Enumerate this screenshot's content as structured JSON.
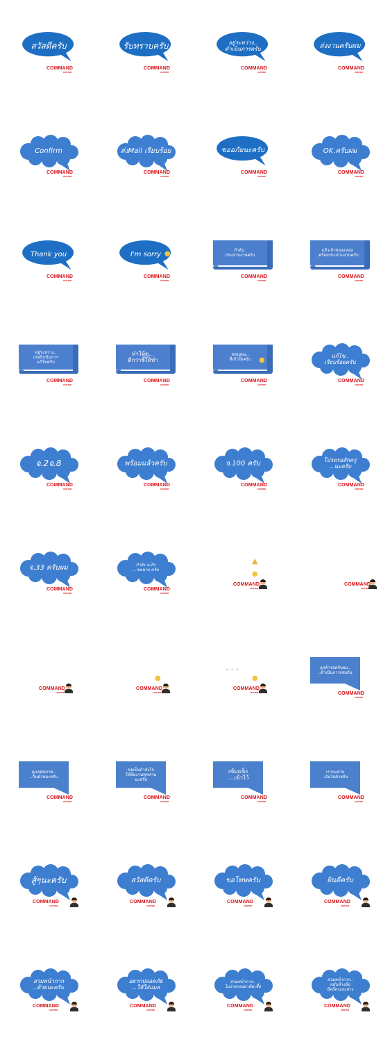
{
  "brand": {
    "name": "COMMAND",
    "sub": "CENTER"
  },
  "colors": {
    "bubble": "#1e6fc4",
    "cloud": "#3d7ed0",
    "scroll": "#4c7fce",
    "card": "#4a80cc",
    "brand_red": "#d8151b"
  },
  "stickers": [
    {
      "shape": "oval",
      "lines": [
        "สวัสดีครับ"
      ],
      "size": "big"
    },
    {
      "shape": "oval",
      "lines": [
        "รับทราบครับ"
      ],
      "size": "big"
    },
    {
      "shape": "oval",
      "lines": [
        "อยู่ระหว่าง..",
        "ดำเนินการครับ"
      ],
      "size": "mid"
    },
    {
      "shape": "oval",
      "lines": [
        "ส่งงานครับผม"
      ],
      "size": "normal"
    },
    {
      "shape": "cloud",
      "lines": [
        "Confirm"
      ],
      "size": "normal"
    },
    {
      "shape": "cloud",
      "lines": [
        "ส่งMail เรียบร้อย"
      ],
      "size": "normal"
    },
    {
      "shape": "oval",
      "lines": [
        "ขออภัยนะครับ"
      ],
      "size": "normal"
    },
    {
      "shape": "cloud",
      "lines": [
        "OK.ครับผม"
      ],
      "size": "normal"
    },
    {
      "shape": "oval",
      "lines": [
        "Thank you"
      ],
      "size": "normal"
    },
    {
      "shape": "oval",
      "lines": [
        "I'm sorry"
      ],
      "size": "normal",
      "emoji": "sad"
    },
    {
      "shape": "scroll",
      "lines": [
        "กำลัง..",
        "ประสานงานครับ"
      ],
      "size": "small"
    },
    {
      "shape": "scroll",
      "lines": [
        "แล้วเจ้าของแหล่ง",
        "..พร้อมประสานงานครับ"
      ],
      "size": "small"
    },
    {
      "shape": "scroll",
      "lines": [
        "อยู่ระหว่าง..",
        "เร่งดำเนินการ",
        "แก้ไขครับ"
      ],
      "size": "small"
    },
    {
      "shape": "scroll",
      "lines": [
        "ทำให้ดู...",
        "ดีกว่าชี้ให้ทำ"
      ],
      "size": "mid"
    },
    {
      "shape": "scroll",
      "lines": [
        "ขอบคุณ..",
        "ที่เข้าใจครับ"
      ],
      "size": "small",
      "emoji": "smile"
    },
    {
      "shape": "cloud",
      "lines": [
        "แก้ไข..",
        "เรียบร้อยครับ"
      ],
      "size": "mid"
    },
    {
      "shape": "cloud",
      "lines": [
        "จ.2จ.8"
      ],
      "size": "big"
    },
    {
      "shape": "cloud",
      "lines": [
        "พร้อมแล้วครับ"
      ],
      "size": "normal"
    },
    {
      "shape": "cloud",
      "lines": [
        "จ.100 ครับ"
      ],
      "size": "normal"
    },
    {
      "shape": "cloud",
      "lines": [
        "โปรดรอสักครู่",
        "...นะครับ"
      ],
      "size": "mid"
    },
    {
      "shape": "cloud",
      "lines": [
        "จ.33 ครับผม"
      ],
      "size": "normal"
    },
    {
      "shape": "cloud",
      "lines": [
        "กำลัง จ.25",
        "...ขอนาย ครับ"
      ],
      "size": "small"
    },
    {
      "shape": "figure",
      "lines": [],
      "size": "normal",
      "emoji": "praying",
      "face": "grin"
    },
    {
      "shape": "figure",
      "lines": [],
      "size": "normal"
    },
    {
      "shape": "figure",
      "lines": [],
      "size": "normal"
    },
    {
      "shape": "figure",
      "lines": [],
      "size": "normal",
      "face": "love"
    },
    {
      "shape": "figure",
      "lines": [],
      "size": "normal",
      "face": "wink",
      "ghost": true
    },
    {
      "shape": "card",
      "lines": [
        "ลูกค้ารอครับผม..",
        "..ดำเนินการเช่นกัน"
      ],
      "size": "small"
    },
    {
      "shape": "card",
      "lines": [
        "ดูแลสุขภาพ..",
        "..กันด้วยนะครับ"
      ],
      "size": "small"
    },
    {
      "shape": "card",
      "lines": [
        "ขอเป็นกำลังใจ",
        "ให้ทีมงานทุกท่าน",
        "นะครับ"
      ],
      "size": "small"
    },
    {
      "shape": "card",
      "lines": [
        "เข้มแข็ง",
        "....เข้าไว้"
      ],
      "size": "mid"
    },
    {
      "shape": "card",
      "lines": [
        "เราจะผ่าน",
        "..มันไปด้วยกัน"
      ],
      "size": "small"
    },
    {
      "shape": "cloud",
      "lines": [
        "สู้ๆนะครับ"
      ],
      "size": "big",
      "avatar": true
    },
    {
      "shape": "cloud",
      "lines": [
        "สวัสดีครับ"
      ],
      "size": "normal",
      "avatar": true
    },
    {
      "shape": "cloud",
      "lines": [
        "ขอโทษครับ"
      ],
      "size": "normal",
      "avatar": true
    },
    {
      "shape": "cloud",
      "lines": [
        "ยินดีครับ"
      ],
      "size": "normal",
      "avatar": true
    },
    {
      "shape": "cloud",
      "lines": [
        "สวมหน้ากาก",
        "..ด้วยนะครับ"
      ],
      "size": "mid",
      "avatar": true
    },
    {
      "shape": "cloud",
      "lines": [
        "อยากปลอดภัย",
        "...ให้ใส่แมส"
      ],
      "size": "mid",
      "avatar": true
    },
    {
      "shape": "cloud",
      "lines": [
        "สวมหน้ากาก..",
        "ไม่ง่ายกลงม่าติดเชื้อ"
      ],
      "size": "small",
      "avatar": true
    },
    {
      "shape": "cloud",
      "lines": [
        "สวมหน้ากาก..",
        "หมั่นล้างมือ",
        "ยึดถือระยะห่าง"
      ],
      "size": "small",
      "avatar": true
    }
  ]
}
